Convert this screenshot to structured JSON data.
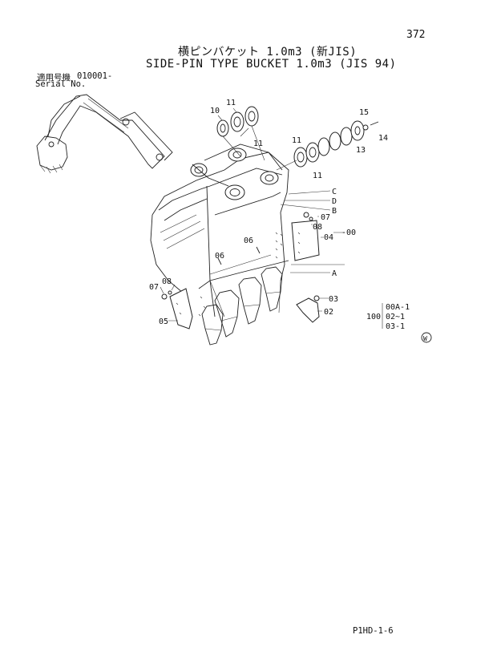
{
  "page_number": "372",
  "title_jp": "横ピンバケット 1.0m3 (新JIS)",
  "title_en": "SIDE-PIN TYPE BUCKET 1.0m3 (JIS 94)",
  "serial": {
    "label_jp": "適用号機",
    "value": "010001-",
    "label_en": "Serial No."
  },
  "callouts": {
    "p10": "10",
    "p11a": "11",
    "p11b": "11",
    "p11c": "11",
    "p11d": "11",
    "p15": "15",
    "p14": "14",
    "p13": "13",
    "pC": "C",
    "pD": "D",
    "pB": "B",
    "pA": "A",
    "p07a": "07",
    "p08a": "08",
    "p04": "04",
    "p00": "-00",
    "p06a": "06",
    "p06b": "06",
    "p07b": "07",
    "p08b": "08",
    "p05": "05",
    "p03": "03",
    "p02": "02"
  },
  "variant_table": {
    "qty": "100",
    "rows": [
      "00A-1",
      "02~1",
      "03-1"
    ]
  },
  "w_mark": "W",
  "footer": "P1HD-1-6"
}
